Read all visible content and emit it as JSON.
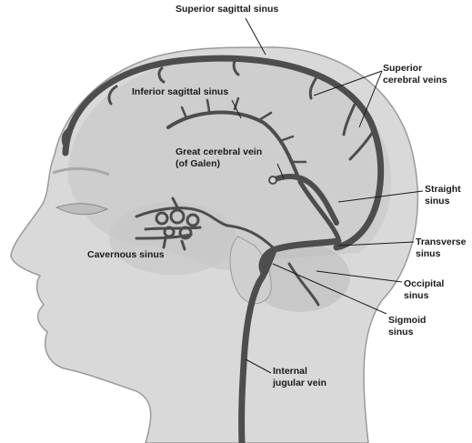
{
  "labels": {
    "superior_sagittal_sinus": "Superior sagittal sinus",
    "superior_cerebral_veins_1": "Superior",
    "superior_cerebral_veins_2": "cerebral veins",
    "inferior_sagittal_sinus": "Inferior sagittal sinus",
    "great_cerebral_vein_1": "Great cerebral vein",
    "great_cerebral_vein_2": "(of Galen)",
    "straight_sinus_1": "Straight",
    "straight_sinus_2": "sinus",
    "transverse_sinus_1": "Transverse",
    "transverse_sinus_2": "sinus",
    "cavernous_sinus": "Cavernous sinus",
    "occipital_sinus_1": "Occipital",
    "occipital_sinus_2": "sinus",
    "sigmoid_sinus_1": "Sigmoid",
    "sigmoid_sinus_2": "sinus",
    "internal_jugular_vein_1": "Internal",
    "internal_jugular_vein_2": "jugular vein"
  },
  "colors": {
    "head_fill": "#d9d9d9",
    "head_outline": "#9a9a9a",
    "brain_fill": "#c4c4c4",
    "vein": "#4d4d4d",
    "vein_edge": "#2a2a2a",
    "text": "#1a1a1a"
  }
}
